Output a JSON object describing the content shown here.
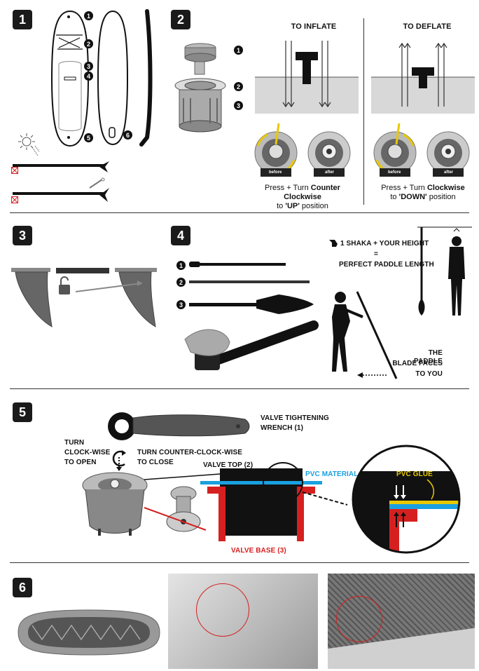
{
  "steps": [
    "1",
    "2",
    "3",
    "4",
    "5",
    "6"
  ],
  "section1": {
    "callouts": [
      "1",
      "2",
      "3",
      "4",
      "5",
      "6"
    ]
  },
  "section2": {
    "callouts": [
      "1",
      "2",
      "3"
    ],
    "inflate_title": "TO INFLATE",
    "deflate_title": "TO DEFLATE",
    "before": "before",
    "after": "after",
    "inflate_caption_pre": "Press + Turn ",
    "inflate_caption_bold": "Counter Clockwise",
    "inflate_caption_line2_pre": "to ",
    "inflate_caption_line2_bold": "'UP'",
    "inflate_caption_line2_post": " position",
    "deflate_caption_pre": "Press + Turn ",
    "deflate_caption_bold": "Clockwise",
    "deflate_caption_line2_pre": "to ",
    "deflate_caption_line2_bold": "'DOWN'",
    "deflate_caption_line2_post": " position"
  },
  "section4": {
    "callouts": [
      "1",
      "2",
      "3"
    ],
    "shaka_line": "1 SHAKA + YOUR HEIGHT",
    "equals": "=",
    "paddle_length": "PERFECT PADDLE LENGTH",
    "blade_line1": "THE PADDLE",
    "blade_line2": "BLADE FACES",
    "blade_line3": "TO YOU"
  },
  "section5": {
    "wrench_line1": "VALVE TIGHTENING",
    "wrench_line2": "WRENCH (1)",
    "turn_open_1": "TURN",
    "turn_open_2": "CLOCK-WISE",
    "turn_open_3": "TO OPEN",
    "turn_close_1": "TURN COUNTER-CLOCK-WISE",
    "turn_close_2": "TO CLOSE",
    "valve_top": "VALVE TOP (2)",
    "pvc_material": "PVC MATERIAL",
    "pvc_glue": "PVC GLUE",
    "valve_base": "VALVE BASE (3)"
  },
  "colors": {
    "red": "#d62020",
    "blue": "#1aa0e0",
    "yellow": "#e8c800",
    "dark": "#111111"
  }
}
